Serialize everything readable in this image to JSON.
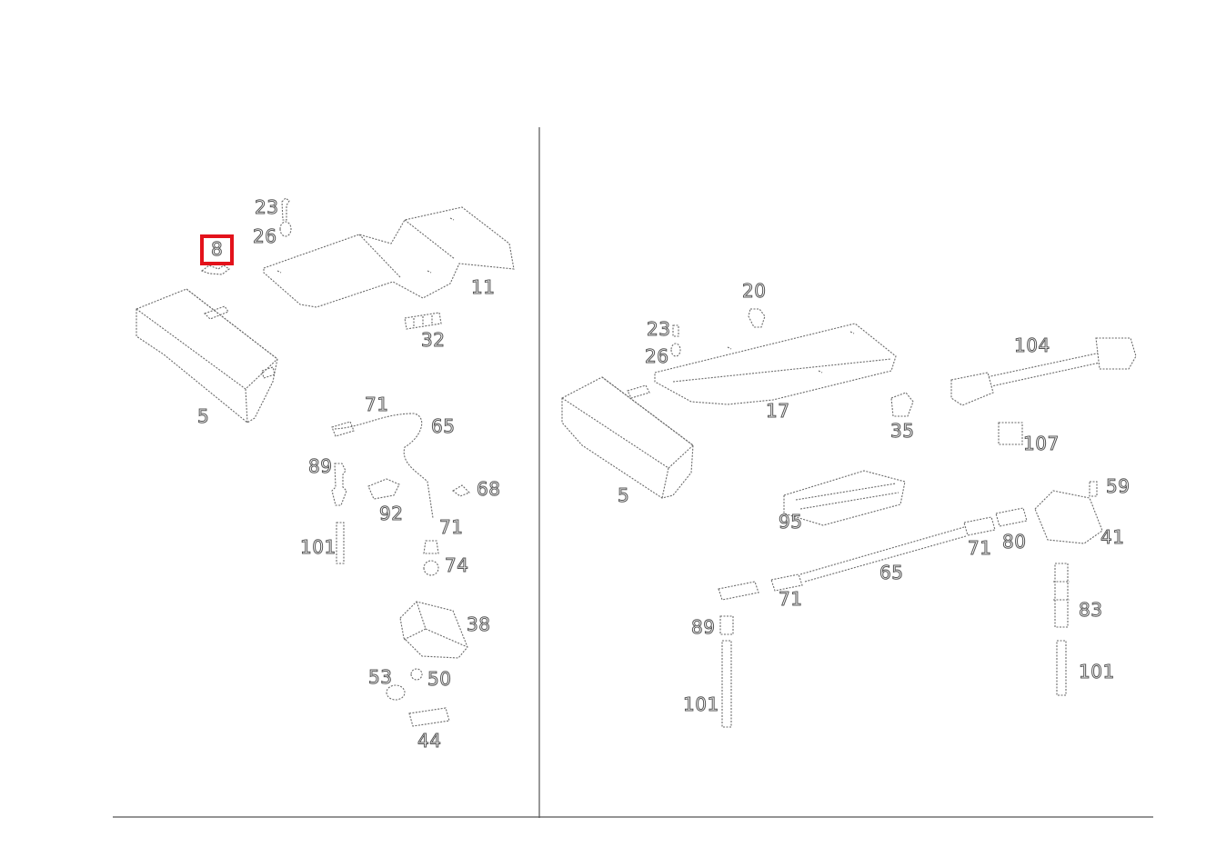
{
  "highlight_color": "#e3121b",
  "line_color": "#6a6a6a",
  "selected_label": "8",
  "left_panel": {
    "labels": [
      "23",
      "26",
      "8",
      "11",
      "32",
      "5",
      "71",
      "65",
      "89",
      "92",
      "68",
      "71",
      "101",
      "74",
      "38",
      "53",
      "50",
      "44"
    ]
  },
  "right_panel": {
    "labels": [
      "20",
      "23",
      "26",
      "104",
      "17",
      "35",
      "107",
      "5",
      "59",
      "95",
      "41",
      "80",
      "71",
      "65",
      "71",
      "83",
      "89",
      "101",
      "101"
    ]
  }
}
